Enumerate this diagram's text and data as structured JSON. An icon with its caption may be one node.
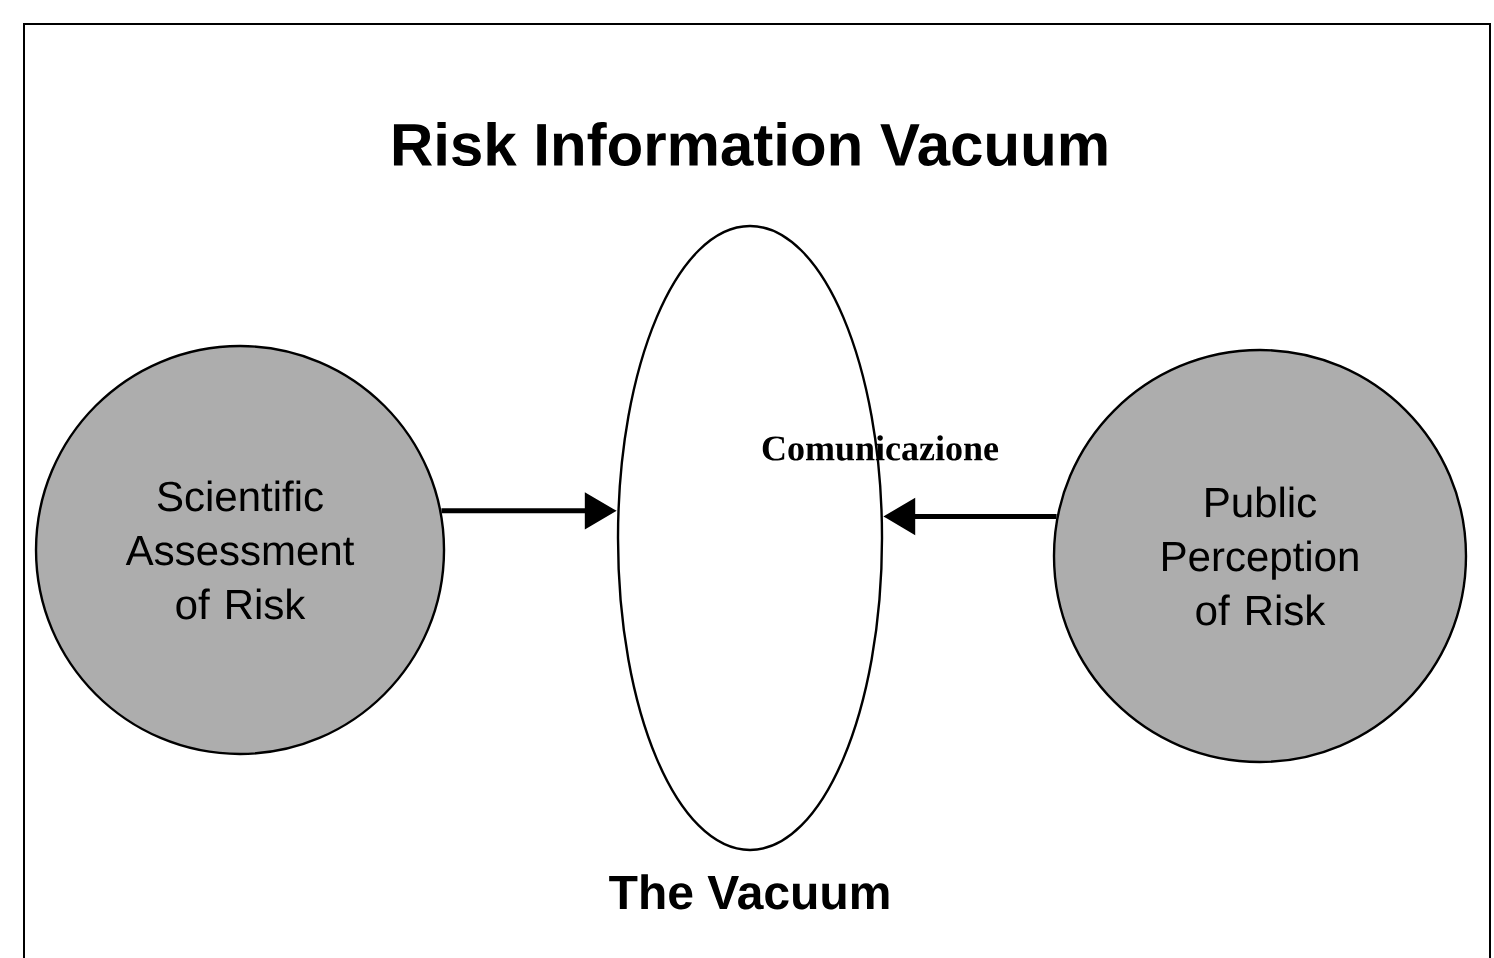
{
  "diagram": {
    "title": "Risk Information Vacuum",
    "nodes": [
      {
        "text": [
          "Scientific Assessment of Risk"
        ]
      },
      {
        "text": [],
        "shape": "ellipse",
        "beside": [
          "The Vacuum"
        ]
      },
      {
        "text": [
          "Public Perception of Risk"
        ]
      }
    ],
    "edges": [
      {
        "from": 0,
        "to": 1,
        "arrow": "to"
      },
      {
        "from": 2,
        "to": 1,
        "arrow": "to"
      }
    ],
    "labels": [
      "Comunicazione"
    ]
  }
}
